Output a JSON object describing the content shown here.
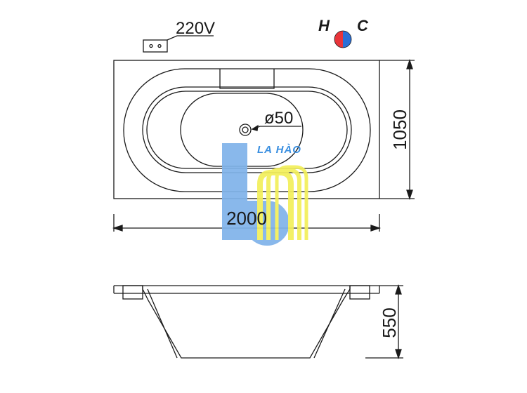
{
  "drawing": {
    "voltage_label": "220V",
    "hot_label": "H",
    "cold_label": "C",
    "drain_label": "ø50",
    "width_label": "2000",
    "depth_label": "1050",
    "height_label": "550"
  },
  "watermark": {
    "brand_text": "LA HÀO"
  },
  "colors": {
    "hot": "#e8343a",
    "cold": "#2a6fd6",
    "line": "#1a1a1a",
    "watermark_blue": "#7fb3ea",
    "watermark_yellow": "#f2ef5a",
    "brand_text": "#3a8fe0"
  }
}
